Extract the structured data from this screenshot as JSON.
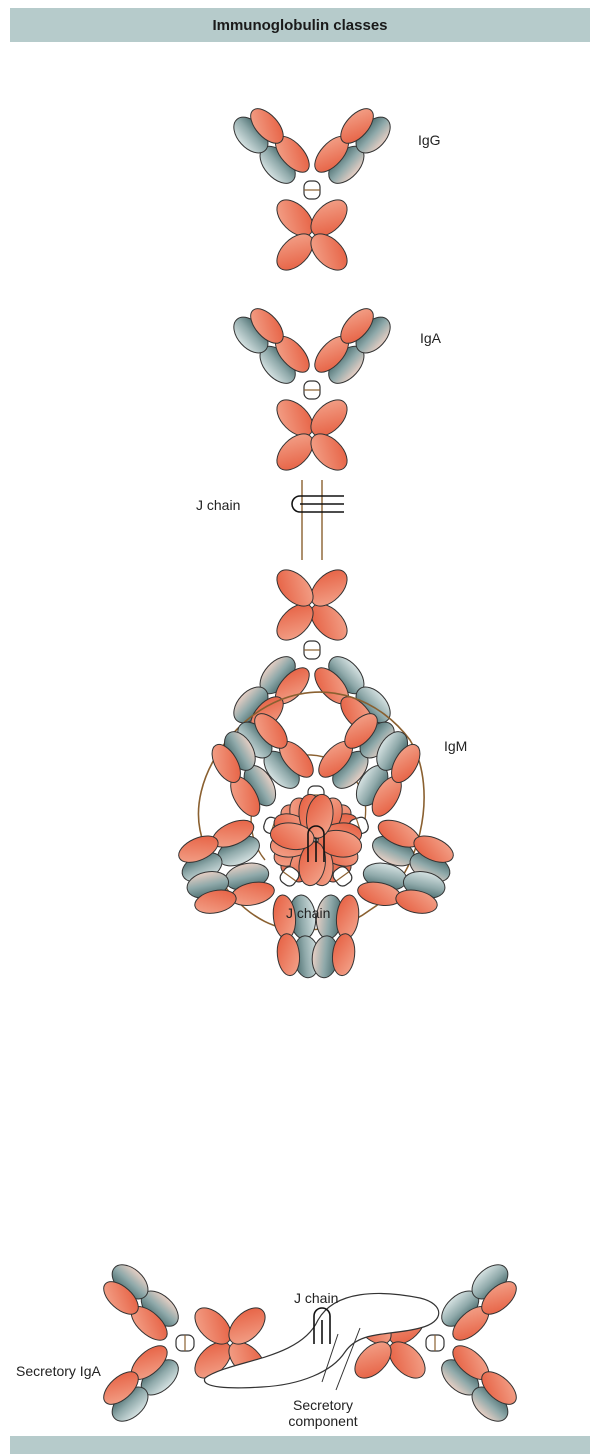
{
  "title": "Immunoglobulin classes",
  "labels": {
    "igg": "IgG",
    "iga": "IgA",
    "iga_jchain": "J chain",
    "igm": "IgM",
    "igm_jchain": "J chain",
    "siga_jchain": "J chain",
    "siga": "Secretory IgA",
    "secretory_component_line1": "Secretory",
    "secretory_component_line2": "component"
  },
  "colors": {
    "heavy_chain": "#ea6a4c",
    "heavy_chain_light": "#f4a890",
    "light_chain_dark": "#4f7577",
    "light_chain_light": "#cfdcdc",
    "disulfide_link": "#8a6030",
    "header_band": "#b6cbcb"
  }
}
